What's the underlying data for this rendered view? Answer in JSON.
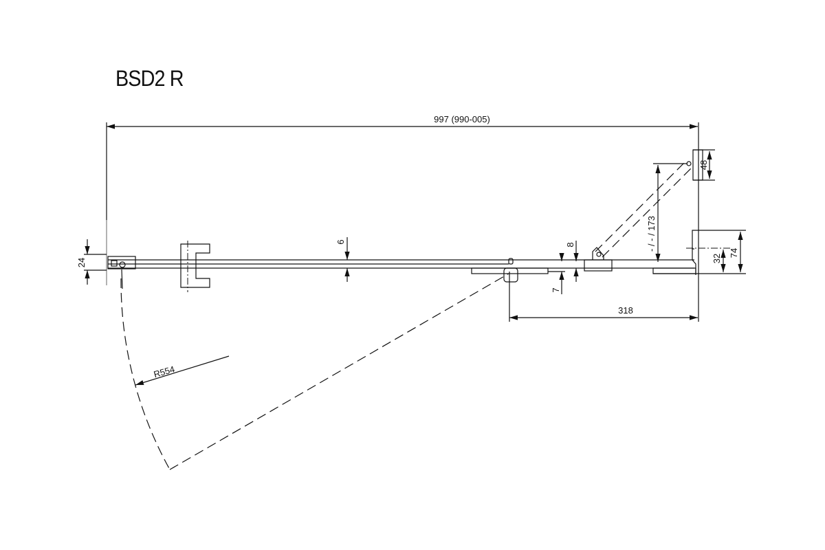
{
  "title": "BSD2 R",
  "dimensions": {
    "overall_width": "997 (990-005)",
    "wall_profile_depth": "24",
    "glass_thickness": "6",
    "offset_8": "8",
    "offset_7": "7",
    "fixed_panel_width": "318",
    "bracket_height": "48",
    "swing_depth": "- / - / 173",
    "profile_32": "32",
    "profile_74": "74",
    "swing_radius": "R554"
  }
}
